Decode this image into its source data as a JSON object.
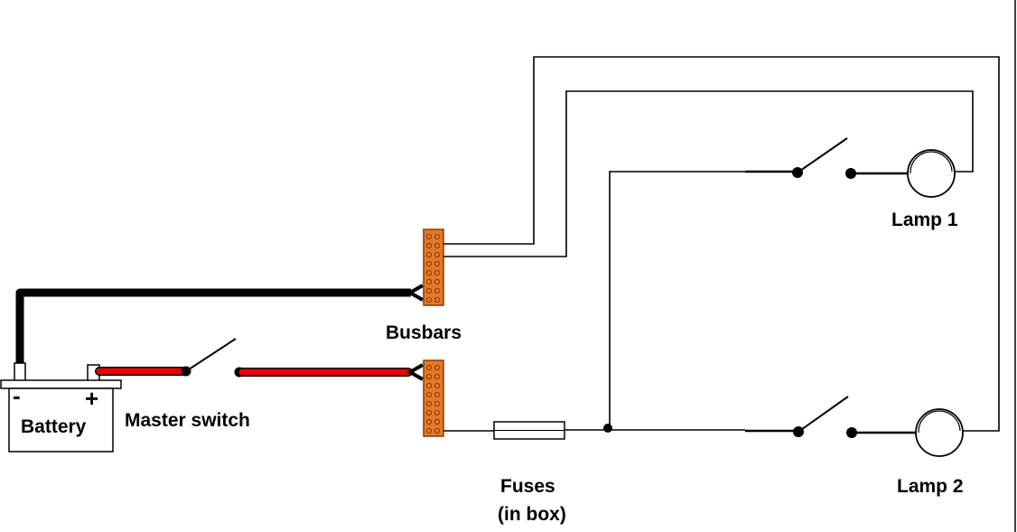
{
  "labels": {
    "busbars": "Busbars",
    "battery": "Battery",
    "battery_negative": "-",
    "battery_positive": "+",
    "master_switch": "Master switch",
    "fuses_line1": "Fuses",
    "fuses_line2": "(in box)",
    "lamp1": "Lamp 1",
    "lamp2": "Lamp 2"
  },
  "colors": {
    "negative_cable": "#000000",
    "positive_cable": "#ee0000",
    "busbar_fill": "#e07a2a",
    "busbar_stroke": "#8a3a00",
    "wire": "#000000"
  }
}
